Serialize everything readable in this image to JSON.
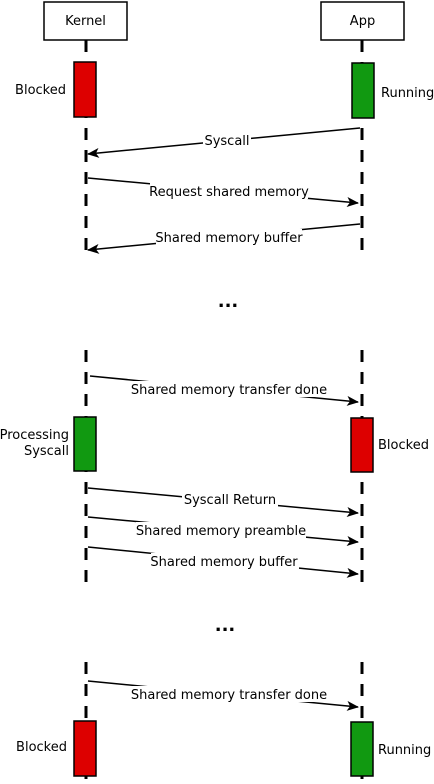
{
  "participants": {
    "kernel": "Kernel",
    "app": "App"
  },
  "states": {
    "s1_kernel": "Blocked",
    "s1_app": "Running",
    "s2_kernel_line1": "Processing",
    "s2_kernel_line2": "Syscall",
    "s2_app": "Blocked",
    "s3_kernel": "Blocked",
    "s3_app": "Running"
  },
  "messages": {
    "m1": "Syscall",
    "m2": "Request shared memory",
    "m3": "Shared memory buffer",
    "m4": "Shared memory transfer done",
    "m5": "Syscall Return",
    "m6": "Shared memory preamble",
    "m7": "Shared memory buffer",
    "m8": "Shared memory transfer done"
  },
  "ellipsis": {
    "e1": "...",
    "e2": "..."
  },
  "colors": {
    "blocked": "#dd0000",
    "running": "#119911",
    "line": "#000000"
  }
}
